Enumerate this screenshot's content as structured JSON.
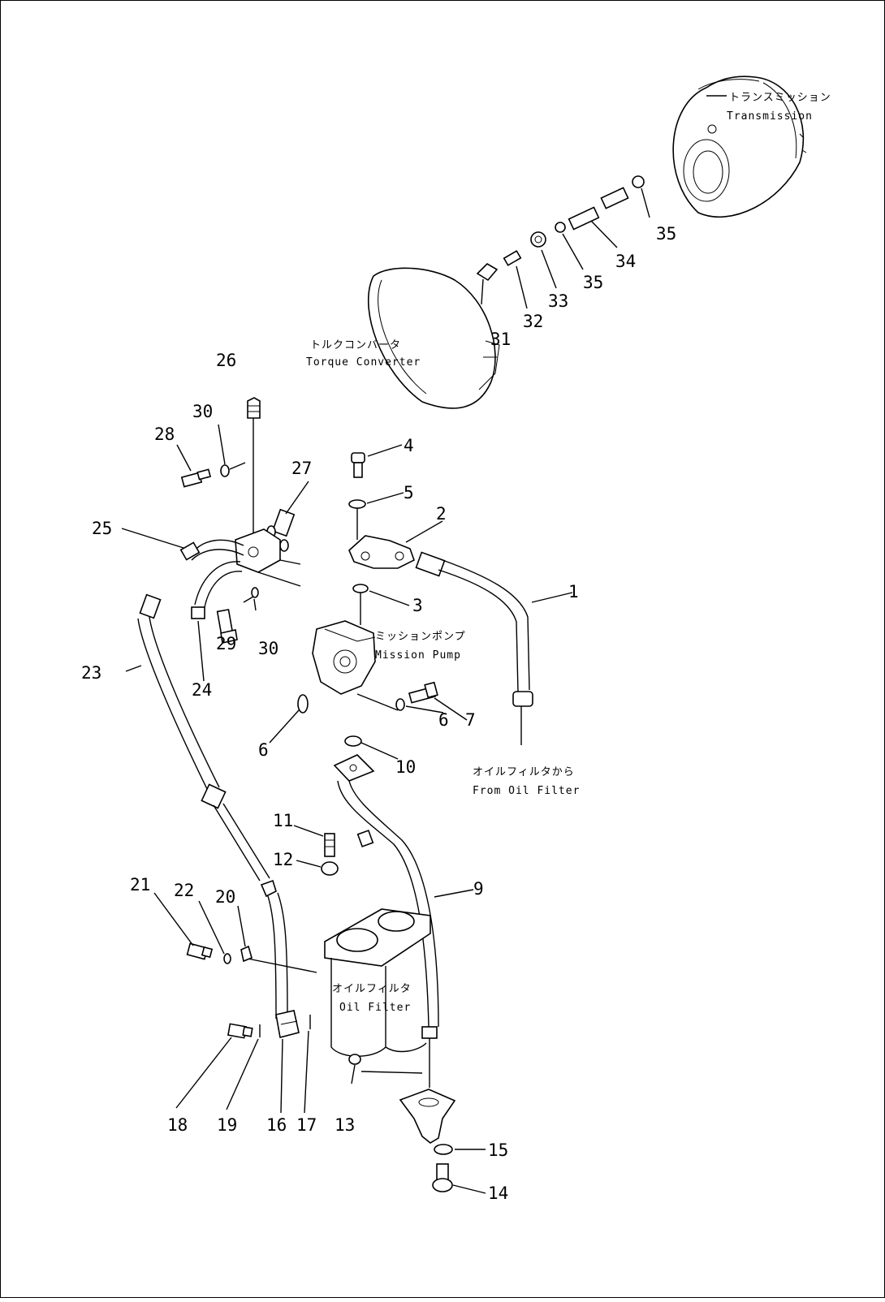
{
  "components": {
    "transmission": {
      "jp": "トランスミッション",
      "en": "Transmission"
    },
    "torque_converter": {
      "jp": "トルクコンバータ",
      "en": "Torque Converter"
    },
    "mission_pump": {
      "jp": "ミッションポンプ",
      "en": "Mission Pump"
    },
    "from_oil_filter": {
      "jp": "オイルフィルタから",
      "en": "From Oil Filter"
    },
    "oil_filter": {
      "jp": "オイルフィルタ",
      "en": "Oil Filter"
    }
  },
  "part_numbers": {
    "p1": "1",
    "p2": "2",
    "p3": "3",
    "p4": "4",
    "p5": "5",
    "p6a": "6",
    "p6b": "6",
    "p7": "7",
    "p9": "9",
    "p10": "10",
    "p11": "11",
    "p12": "12",
    "p13": "13",
    "p14": "14",
    "p15": "15",
    "p16": "16",
    "p17": "17",
    "p18": "18",
    "p19": "19",
    "p20": "20",
    "p21": "21",
    "p22": "22",
    "p23": "23",
    "p24": "24",
    "p25": "25",
    "p26": "26",
    "p27": "27",
    "p28": "28",
    "p29": "29",
    "p30a": "30",
    "p30b": "30",
    "p31": "31",
    "p32": "32",
    "p33": "33",
    "p34": "34",
    "p35a": "35",
    "p35b": "35"
  }
}
